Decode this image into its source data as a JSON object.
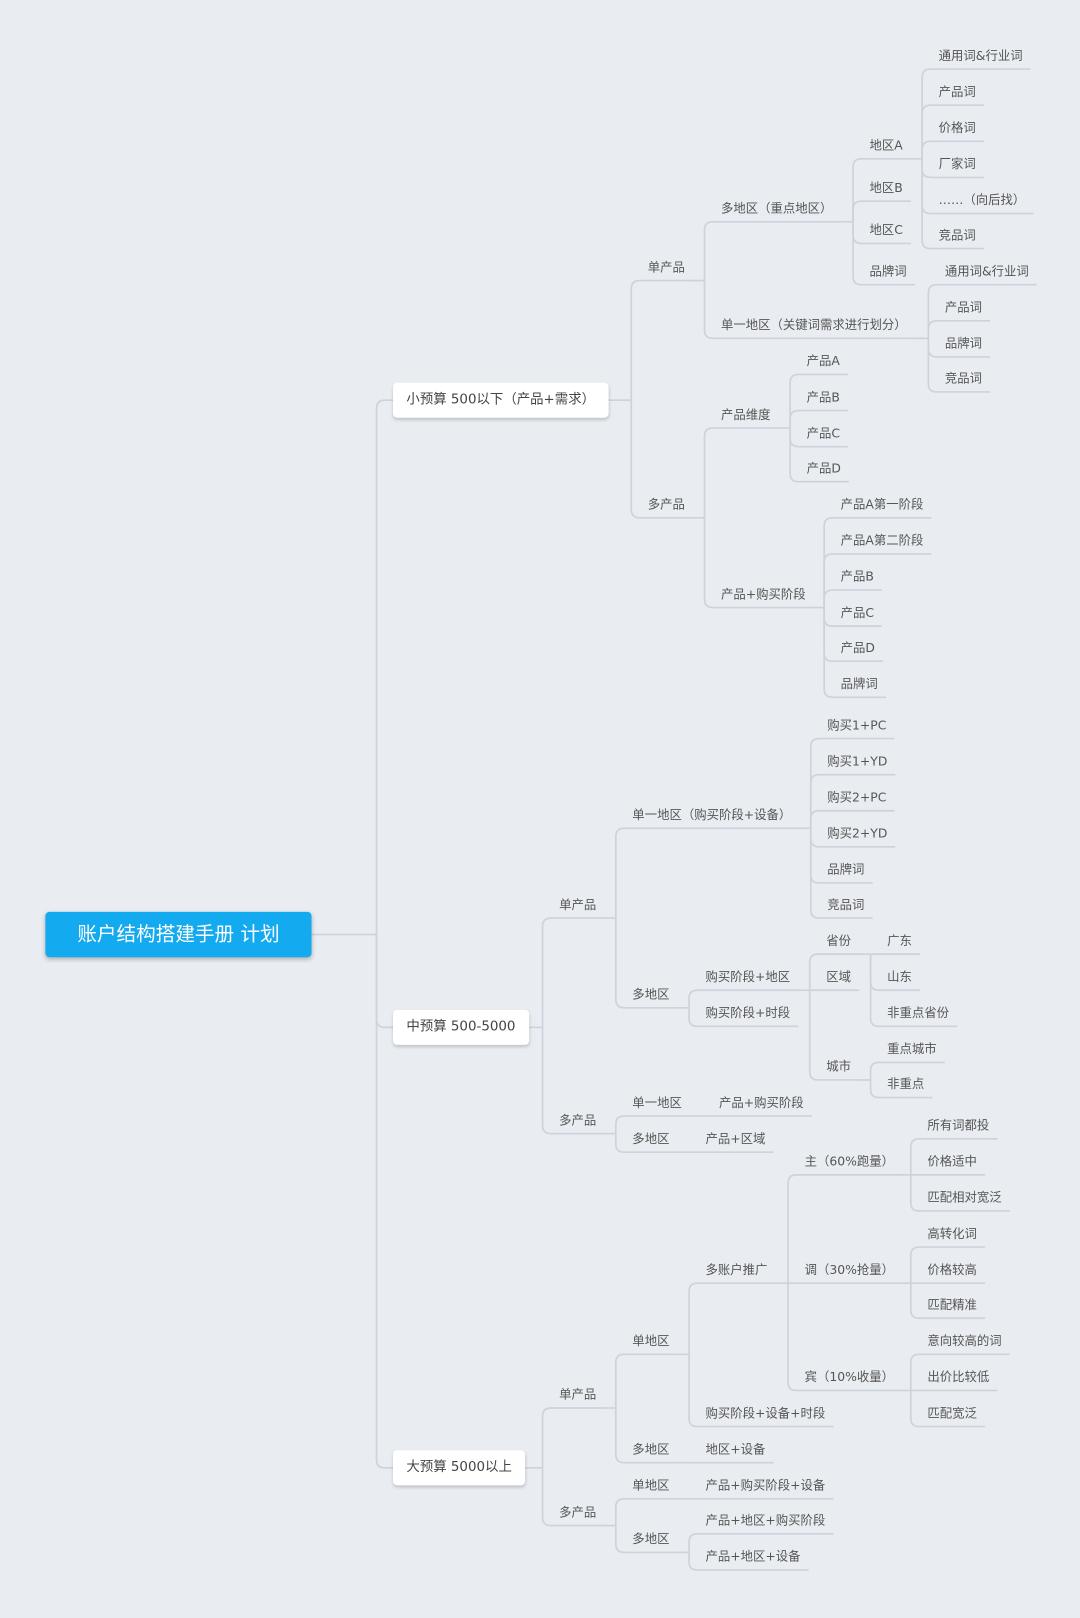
{
  "colors": {
    "background": "#e9edf1",
    "root": "#14aaf0",
    "line": "#cdd3da",
    "text": "#555555"
  },
  "mindmap": {
    "label": "账户结构搭建手册 计划",
    "children": [
      {
        "label": "小预算 500以下（产品+需求）",
        "children": [
          {
            "label": "单产品",
            "children": [
              {
                "label": "多地区（重点地区）",
                "children": [
                  {
                    "label": "地区A",
                    "children": [
                      {
                        "label": "通用词&行业词"
                      },
                      {
                        "label": "产品词"
                      },
                      {
                        "label": "价格词"
                      },
                      {
                        "label": "厂家词"
                      },
                      {
                        "label": "……（向后找）"
                      },
                      {
                        "label": "竞品词"
                      }
                    ]
                  },
                  {
                    "label": "地区B"
                  },
                  {
                    "label": "地区C"
                  },
                  {
                    "label": "品牌词"
                  }
                ]
              },
              {
                "label": "单一地区（关键词需求进行划分）",
                "children": [
                  {
                    "label": "通用词&行业词"
                  },
                  {
                    "label": "产品词"
                  },
                  {
                    "label": "品牌词"
                  },
                  {
                    "label": "竞品词"
                  }
                ]
              }
            ]
          },
          {
            "label": "多产品",
            "children": [
              {
                "label": "产品维度",
                "children": [
                  {
                    "label": "产品A"
                  },
                  {
                    "label": "产品B"
                  },
                  {
                    "label": "产品C"
                  },
                  {
                    "label": "产品D"
                  }
                ]
              },
              {
                "label": "产品+购买阶段",
                "children": [
                  {
                    "label": "产品A第一阶段"
                  },
                  {
                    "label": "产品A第二阶段"
                  },
                  {
                    "label": "产品B"
                  },
                  {
                    "label": "产品C"
                  },
                  {
                    "label": "产品D"
                  },
                  {
                    "label": "品牌词"
                  }
                ]
              }
            ]
          }
        ]
      },
      {
        "label": "中预算 500-5000",
        "children": [
          {
            "label": "单产品",
            "children": [
              {
                "label": "单一地区（购买阶段+设备）",
                "children": [
                  {
                    "label": "购买1+PC"
                  },
                  {
                    "label": "购买1+YD"
                  },
                  {
                    "label": "购买2+PC"
                  },
                  {
                    "label": "购买2+YD"
                  },
                  {
                    "label": "品牌词"
                  },
                  {
                    "label": "竞品词"
                  }
                ]
              },
              {
                "label": "多地区",
                "children": [
                  {
                    "label": "购买阶段+地区",
                    "children": [
                      {
                        "label": "省份",
                        "children": [
                          {
                            "label": "广东"
                          },
                          {
                            "label": "山东"
                          },
                          {
                            "label": "非重点省份"
                          }
                        ]
                      },
                      {
                        "label": "区域"
                      },
                      {
                        "label": "城市",
                        "children": [
                          {
                            "label": "重点城市"
                          },
                          {
                            "label": "非重点"
                          }
                        ]
                      }
                    ]
                  },
                  {
                    "label": "购买阶段+时段"
                  }
                ]
              }
            ]
          },
          {
            "label": "多产品",
            "children": [
              {
                "label": "单一地区",
                "children": [
                  {
                    "label": "产品+购买阶段"
                  }
                ]
              },
              {
                "label": "多地区",
                "children": [
                  {
                    "label": "产品+区域"
                  }
                ]
              }
            ]
          }
        ]
      },
      {
        "label": "大预算 5000以上",
        "children": [
          {
            "label": "单产品",
            "children": [
              {
                "label": "单地区",
                "children": [
                  {
                    "label": "多账户推广",
                    "children": [
                      {
                        "label": "主（60%跑量）",
                        "children": [
                          {
                            "label": "所有词都投"
                          },
                          {
                            "label": "价格适中"
                          },
                          {
                            "label": "匹配相对宽泛"
                          }
                        ]
                      },
                      {
                        "label": "调（30%抢量）",
                        "children": [
                          {
                            "label": "高转化词"
                          },
                          {
                            "label": "价格较高"
                          },
                          {
                            "label": "匹配精准"
                          }
                        ]
                      },
                      {
                        "label": "宾（10%收量）",
                        "children": [
                          {
                            "label": "意向较高的词"
                          },
                          {
                            "label": "出价比较低"
                          },
                          {
                            "label": "匹配宽泛"
                          }
                        ]
                      }
                    ]
                  },
                  {
                    "label": "购买阶段+设备+时段"
                  }
                ]
              },
              {
                "label": "多地区",
                "children": [
                  {
                    "label": "地区+设备"
                  }
                ]
              }
            ]
          },
          {
            "label": "多产品",
            "children": [
              {
                "label": "单地区",
                "children": [
                  {
                    "label": "产品+购买阶段+设备"
                  }
                ]
              },
              {
                "label": "多地区",
                "children": [
                  {
                    "label": "产品+地区+购买阶段"
                  },
                  {
                    "label": "产品+地区+设备"
                  }
                ]
              }
            ]
          }
        ]
      }
    ]
  }
}
